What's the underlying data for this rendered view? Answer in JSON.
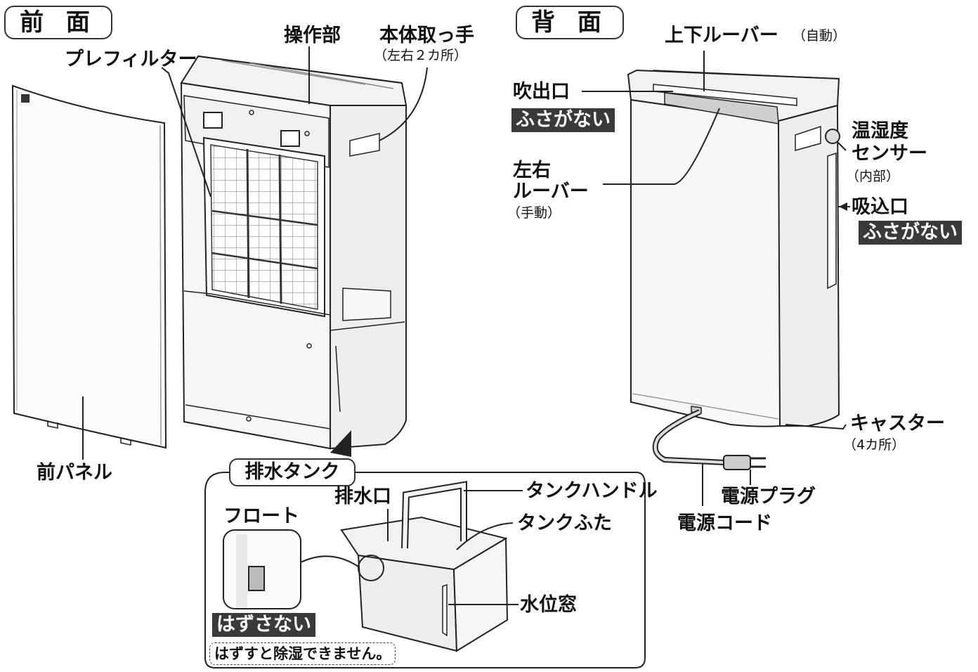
{
  "front": {
    "heading": "前 面",
    "labels": {
      "operation_panel": "操作部",
      "handle": "本体取っ手",
      "handle_note": "（左右２カ所）",
      "prefilter": "プレフィルター",
      "front_panel": "前パネル"
    }
  },
  "back": {
    "heading": "背 面",
    "labels": {
      "vertical_louver": "上下ルーバー",
      "vertical_louver_note": "（自動）",
      "outlet": "吹出口",
      "outlet_warning": "ふさがない",
      "horizontal_louver_1": "左右",
      "horizontal_louver_2": "ルーバー",
      "horizontal_louver_note": "（手動）",
      "sensor_1": "温湿度",
      "sensor_2": "センサー",
      "sensor_note": "（内部）",
      "inlet": "吸込口",
      "inlet_warning": "ふさがない",
      "casters": "キャスター",
      "casters_note": "（4カ所）",
      "plug": "電源プラグ",
      "cord": "電源コード"
    }
  },
  "tank": {
    "heading": "排水タンク",
    "labels": {
      "drain": "排水口",
      "handle": "タンクハンドル",
      "lid": "タンクふた",
      "float": "フロート",
      "window": "水位窓",
      "warning": "はずさない",
      "note": "はずすと除湿できません。"
    }
  },
  "colors": {
    "line": "#222222",
    "body_fill": "#f4f4f4",
    "panel_fill": "#ffffff",
    "tag_bg": "#3a3a3a"
  }
}
